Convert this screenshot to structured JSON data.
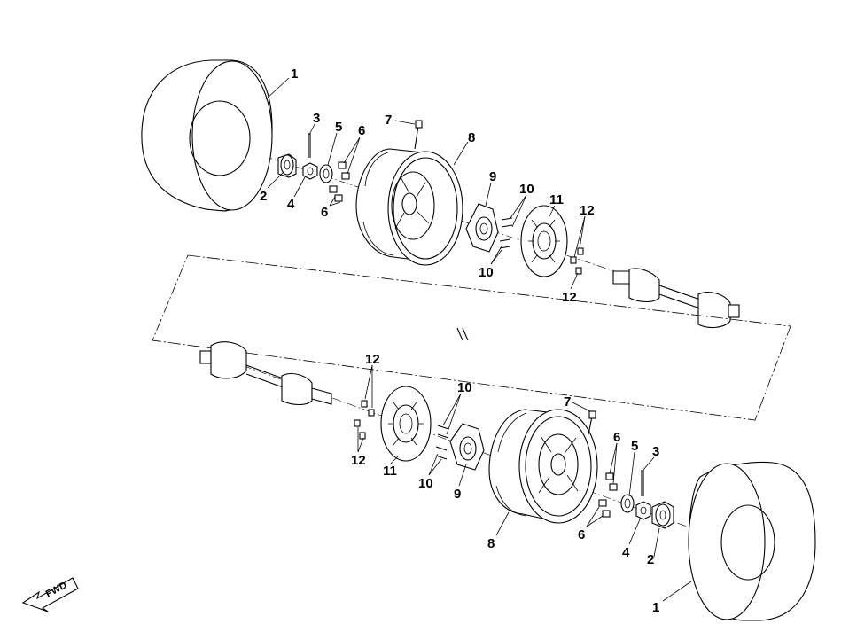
{
  "callouts_upper": {
    "tire": "1",
    "cap": "2",
    "cotter_pin": "3",
    "castle_nut": "4",
    "washer": "5",
    "lug_nuts_a": "6",
    "lug_nuts_b": "6",
    "valve": "7",
    "rim": "8",
    "hub": "9",
    "hub_studs_a": "10",
    "hub_studs_b": "10",
    "brake_disc": "11",
    "disc_bolts_a": "12",
    "disc_bolts_b": "12"
  },
  "callouts_lower": {
    "tire": "1",
    "cap": "2",
    "cotter_pin": "3",
    "castle_nut": "4",
    "washer": "5",
    "lug_nuts_a": "6",
    "lug_nuts_b": "6",
    "valve": "7",
    "rim": "8",
    "hub": "9",
    "hub_studs_a": "10",
    "hub_studs_b": "10",
    "brake_disc": "11",
    "disc_bolts_a": "12",
    "disc_bolts_b": "12"
  },
  "fwd_arrow": {
    "text": "FWD",
    "icon": "fwd-arrow-icon"
  }
}
